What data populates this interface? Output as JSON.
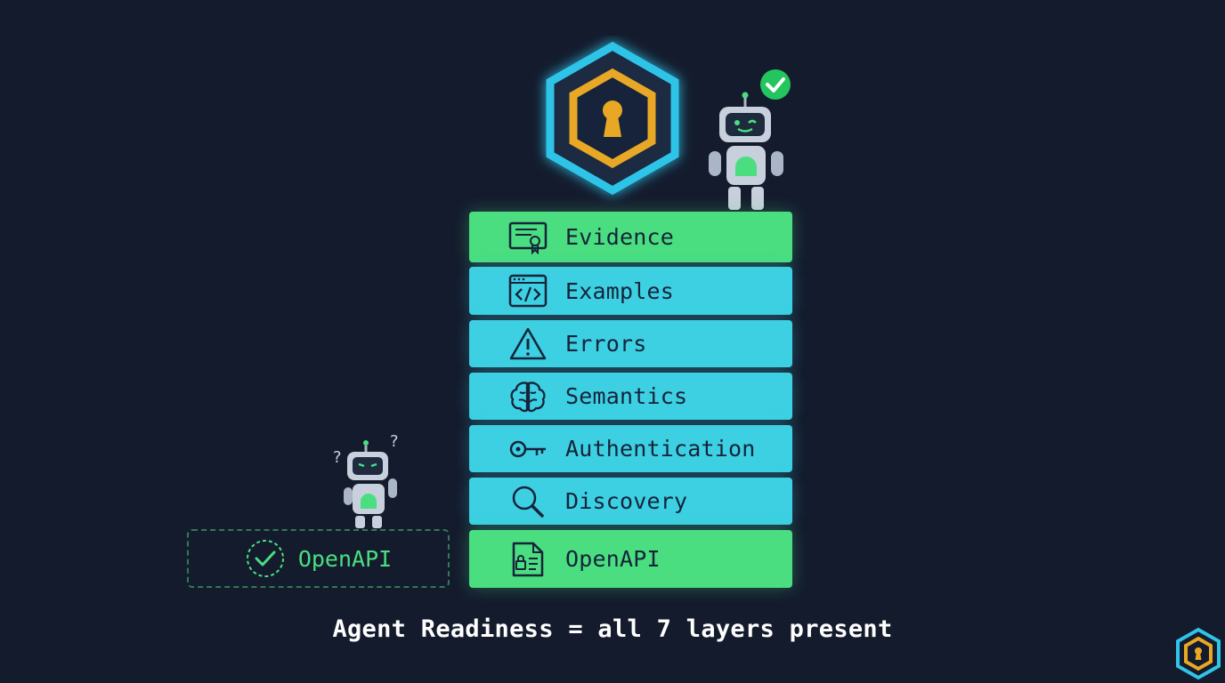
{
  "layers": [
    {
      "label": "Evidence",
      "icon": "certificate-icon",
      "color": "#4ade80"
    },
    {
      "label": "Examples",
      "icon": "code-window-icon",
      "color": "#3cd0e2"
    },
    {
      "label": "Errors",
      "icon": "warning-icon",
      "color": "#3cd0e2"
    },
    {
      "label": "Semantics",
      "icon": "brain-icon",
      "color": "#3cd0e2"
    },
    {
      "label": "Authentication",
      "icon": "key-icon",
      "color": "#3cd0e2"
    },
    {
      "label": "Discovery",
      "icon": "magnifier-icon",
      "color": "#3cd0e2"
    },
    {
      "label": "OpenAPI",
      "icon": "locked-document-icon",
      "color": "#4ade80"
    }
  ],
  "standalone": {
    "label": "OpenAPI",
    "icon": "check-circle-icon"
  },
  "caption": "Agent Readiness = all 7 layers present",
  "colors": {
    "background": "#141b2d",
    "green": "#4ade80",
    "cyan": "#3cd0e2",
    "gold": "#e8a825",
    "shield_outline": "#2fc4e8"
  }
}
